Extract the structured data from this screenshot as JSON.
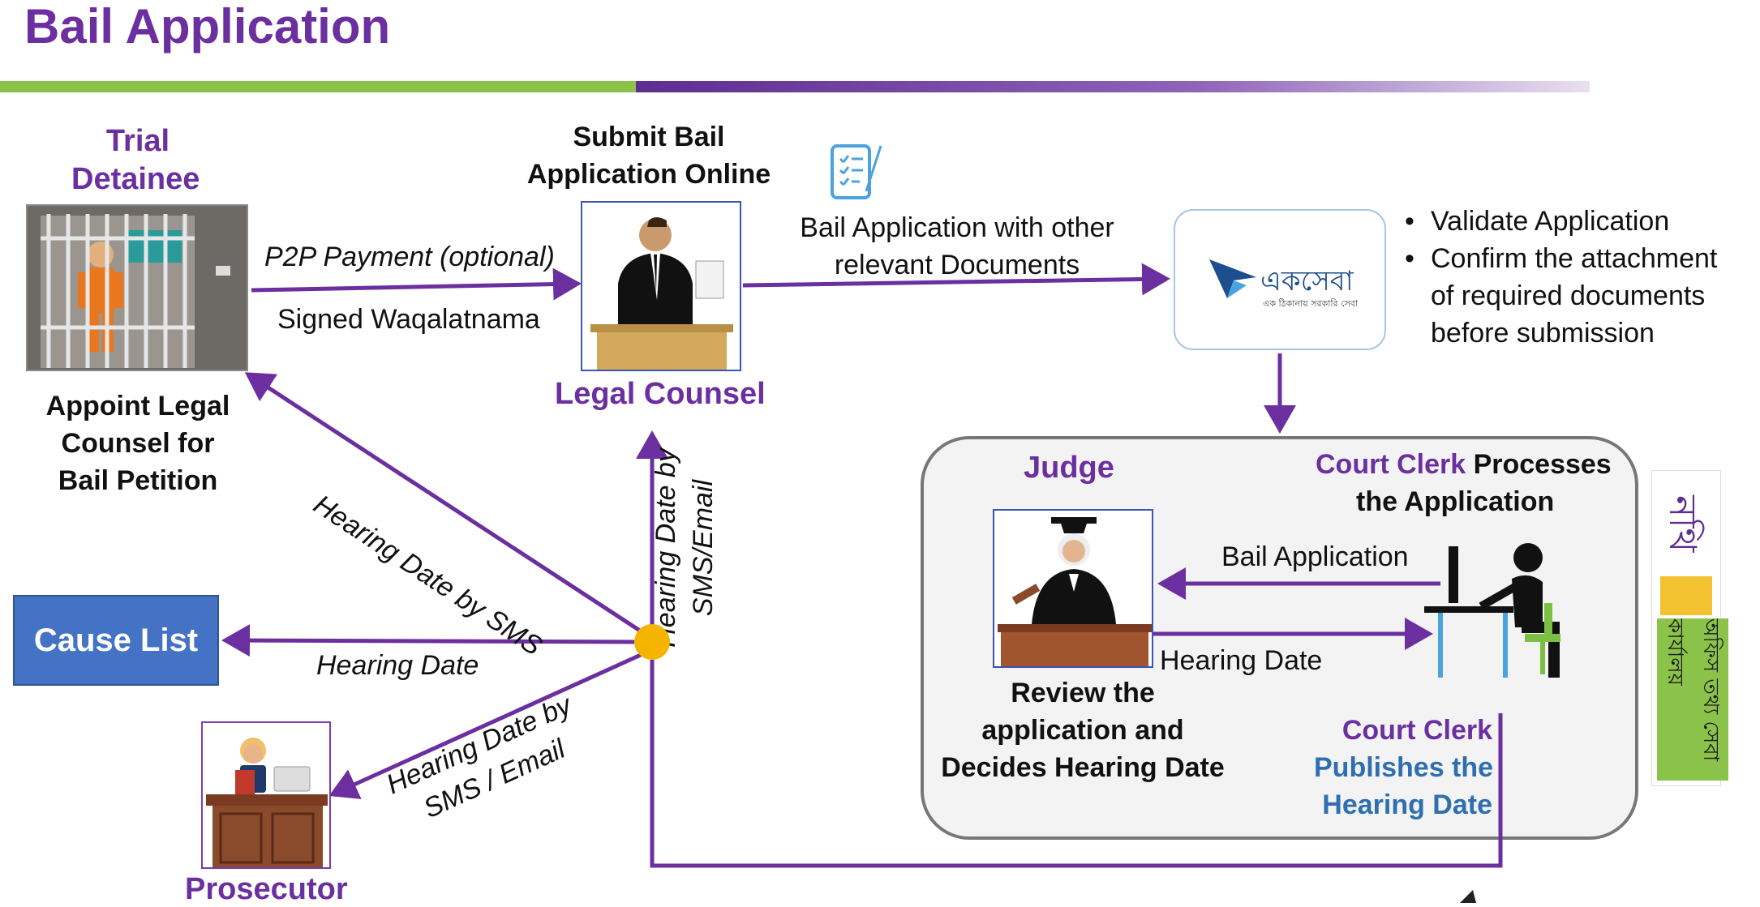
{
  "title": "Bail Application",
  "trial_detainee": {
    "heading_line1": "Trial",
    "heading_line2": "Detainee",
    "caption_line1": "Appoint Legal",
    "caption_line2": "Counsel for",
    "caption_line3": "Bail Petition"
  },
  "legal_counsel": {
    "top_line1": "Submit Bail",
    "top_line2": "Application Online",
    "name": "Legal Counsel"
  },
  "arrows": {
    "p2p_payment": "P2P Payment (optional)",
    "signed_waqalatnama": "Signed Waqalatnama",
    "docs_line1": "Bail Application with other",
    "docs_line2": "relevant Documents",
    "hearing_sms": "Hearing Date by SMS",
    "hearing_sms_email_line1": "Hearing Date by",
    "hearing_sms_email_line2": "SMS/Email",
    "hearing_date_cause": "Hearing Date",
    "prosecutor_line1": "Hearing Date by",
    "prosecutor_line2": "SMS / Email",
    "bail_application": "Bail Application",
    "hearing_date_judge": "Hearing Date"
  },
  "ekseba": {
    "logo_text": "একসেবা",
    "logo_tagline": "এক ঠিকানায় সরকারি সেবা"
  },
  "validation": {
    "bullet1": "Validate Application",
    "bullet2_line1": "Confirm the attachment",
    "bullet2_line2": "of required documents",
    "bullet2_line3": "before submission"
  },
  "cause_list": "Cause List",
  "judge": {
    "name": "Judge",
    "caption_line1": "Review the",
    "caption_line2": "application and",
    "caption_line3": "Decides Hearing Date"
  },
  "court_clerk": {
    "name_part": "Court Clerk",
    "action_part": " Processes",
    "action_line2": "the Application",
    "publish_line1": "Court Clerk",
    "publish_line2": "Publishes the",
    "publish_line3": "Hearing Date"
  },
  "prosecutor": "Prosecutor",
  "a2i_logo": {
    "top": "নথি",
    "bottom": "অফিস তথ্য সেবা কার্যালয়"
  },
  "colors": {
    "purple": "#6b2fa0",
    "blue": "#2f6fb0",
    "cause_list_bg": "#4472c4",
    "dot": "#f4b400"
  }
}
